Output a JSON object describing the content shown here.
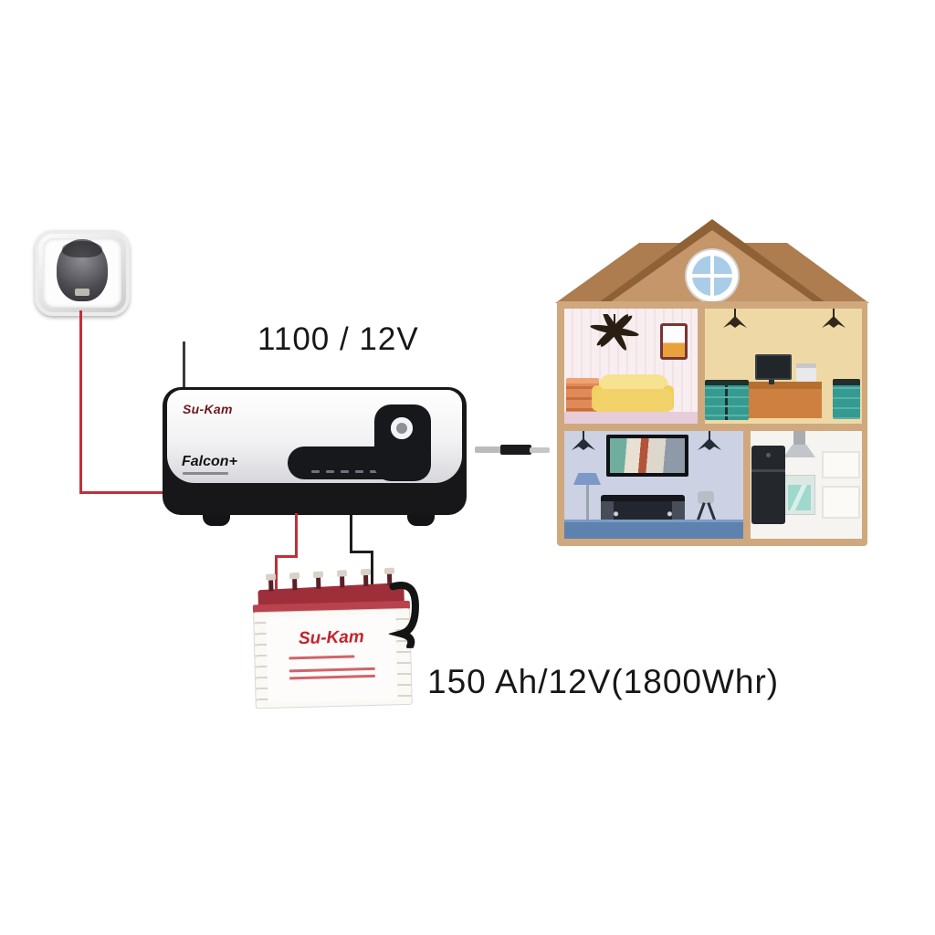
{
  "labels": {
    "inverter_spec": "1100 / 12V",
    "battery_spec": "150 Ah/12V(1800Whr)"
  },
  "inverter": {
    "brand": "Su-Kam",
    "model": "Falcon+"
  },
  "battery": {
    "brand": "Su-Kam"
  },
  "colors": {
    "wire_live": "#c22f38",
    "wire_neutral": "#1d1d1f",
    "inverter_shell": "#17171a",
    "roof": "#ad7c4f",
    "roof_edge": "#8f6136",
    "gable": "#c4966a",
    "window_glass": "#a9cde9",
    "wall_frame": "#d0a87d",
    "room_bedroom": "#f8eef0",
    "room_office": "#eed9a6",
    "room_living": "#ccd1e3",
    "room_kitchen": "#f5f4f0",
    "floor_bedroom": "#e6cdd9",
    "floor_living": "#5e82b0",
    "teal": "#359a90",
    "desk": "#cd8040",
    "sofa": "#f2d369",
    "fridge": "#24272c",
    "battery_top": "#9e2f3a",
    "brand_red": "#c5232d"
  }
}
